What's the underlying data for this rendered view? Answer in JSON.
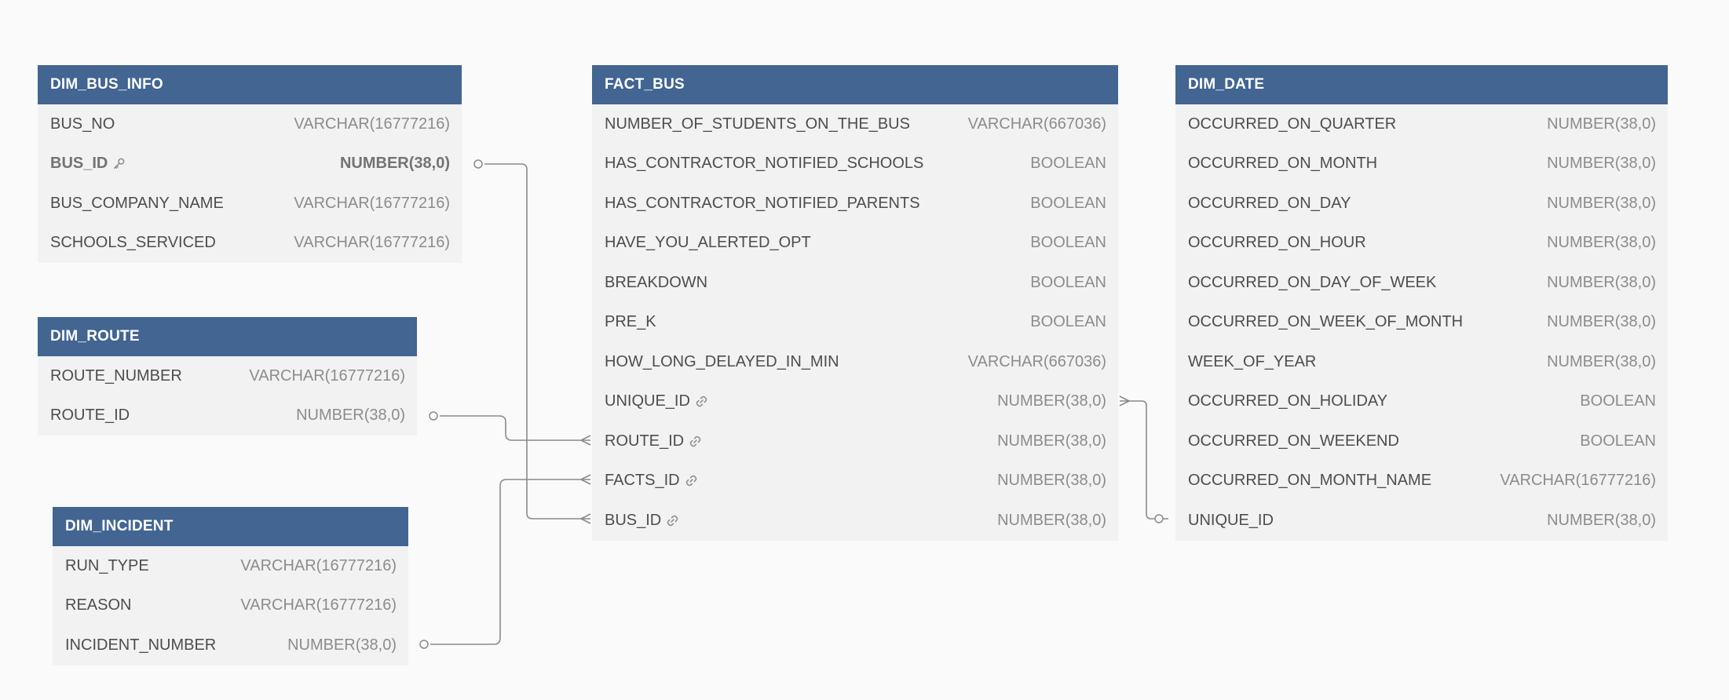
{
  "tables": {
    "dim_bus_info": {
      "title": "DIM_BUS_INFO",
      "columns": [
        {
          "name": "BUS_NO",
          "type": "VARCHAR(16777216)"
        },
        {
          "name": "BUS_ID",
          "type": "NUMBER(38,0)",
          "icon": "key-icon",
          "primary": true
        },
        {
          "name": "BUS_COMPANY_NAME",
          "type": "VARCHAR(16777216)"
        },
        {
          "name": "SCHOOLS_SERVICED",
          "type": "VARCHAR(16777216)"
        }
      ]
    },
    "dim_route": {
      "title": "DIM_ROUTE",
      "columns": [
        {
          "name": "ROUTE_NUMBER",
          "type": "VARCHAR(16777216)"
        },
        {
          "name": "ROUTE_ID",
          "type": "NUMBER(38,0)"
        }
      ]
    },
    "dim_incident": {
      "title": "DIM_INCIDENT",
      "columns": [
        {
          "name": "RUN_TYPE",
          "type": "VARCHAR(16777216)"
        },
        {
          "name": "REASON",
          "type": "VARCHAR(16777216)"
        },
        {
          "name": "INCIDENT_NUMBER",
          "type": "NUMBER(38,0)"
        }
      ]
    },
    "fact_bus": {
      "title": "FACT_BUS",
      "columns": [
        {
          "name": "NUMBER_OF_STUDENTS_ON_THE_BUS",
          "type": "VARCHAR(667036)"
        },
        {
          "name": "HAS_CONTRACTOR_NOTIFIED_SCHOOLS",
          "type": "BOOLEAN"
        },
        {
          "name": "HAS_CONTRACTOR_NOTIFIED_PARENTS",
          "type": "BOOLEAN"
        },
        {
          "name": "HAVE_YOU_ALERTED_OPT",
          "type": "BOOLEAN"
        },
        {
          "name": "BREAKDOWN",
          "type": "BOOLEAN"
        },
        {
          "name": "PRE_K",
          "type": "BOOLEAN"
        },
        {
          "name": "HOW_LONG_DELAYED_IN_MIN",
          "type": "VARCHAR(667036)"
        },
        {
          "name": "UNIQUE_ID",
          "type": "NUMBER(38,0)",
          "icon": "link-icon"
        },
        {
          "name": "ROUTE_ID",
          "type": "NUMBER(38,0)",
          "icon": "link-icon"
        },
        {
          "name": "FACTS_ID",
          "type": "NUMBER(38,0)",
          "icon": "link-icon"
        },
        {
          "name": "BUS_ID",
          "type": "NUMBER(38,0)",
          "icon": "link-icon"
        }
      ]
    },
    "dim_date": {
      "title": "DIM_DATE",
      "columns": [
        {
          "name": "OCCURRED_ON_QUARTER",
          "type": "NUMBER(38,0)"
        },
        {
          "name": "OCCURRED_ON_MONTH",
          "type": "NUMBER(38,0)"
        },
        {
          "name": "OCCURRED_ON_DAY",
          "type": "NUMBER(38,0)"
        },
        {
          "name": "OCCURRED_ON_HOUR",
          "type": "NUMBER(38,0)"
        },
        {
          "name": "OCCURRED_ON_DAY_OF_WEEK",
          "type": "NUMBER(38,0)"
        },
        {
          "name": "OCCURRED_ON_WEEK_OF_MONTH",
          "type": "NUMBER(38,0)"
        },
        {
          "name": "WEEK_OF_YEAR",
          "type": "NUMBER(38,0)"
        },
        {
          "name": "OCCURRED_ON_HOLIDAY",
          "type": "BOOLEAN"
        },
        {
          "name": "OCCURRED_ON_WEEKEND",
          "type": "BOOLEAN"
        },
        {
          "name": "OCCURRED_ON_MONTH_NAME",
          "type": "VARCHAR(16777216)"
        },
        {
          "name": "UNIQUE_ID",
          "type": "NUMBER(38,0)"
        }
      ]
    }
  },
  "relationships": [
    {
      "from": "DIM_BUS_INFO.BUS_ID",
      "to": "FACT_BUS.BUS_ID",
      "cardinality": "one-to-many"
    },
    {
      "from": "DIM_ROUTE.ROUTE_ID",
      "to": "FACT_BUS.ROUTE_ID",
      "cardinality": "one-to-many"
    },
    {
      "from": "DIM_INCIDENT.INCIDENT_NUMBER",
      "to": "FACT_BUS.FACTS_ID",
      "cardinality": "one-to-many"
    },
    {
      "from": "DIM_DATE.UNIQUE_ID",
      "to": "FACT_BUS.UNIQUE_ID",
      "cardinality": "one-to-many"
    }
  ],
  "colors": {
    "header": "#426592",
    "table_body": "#f2f2f2",
    "connector": "#8a8a8a",
    "background": "#fafafa"
  }
}
